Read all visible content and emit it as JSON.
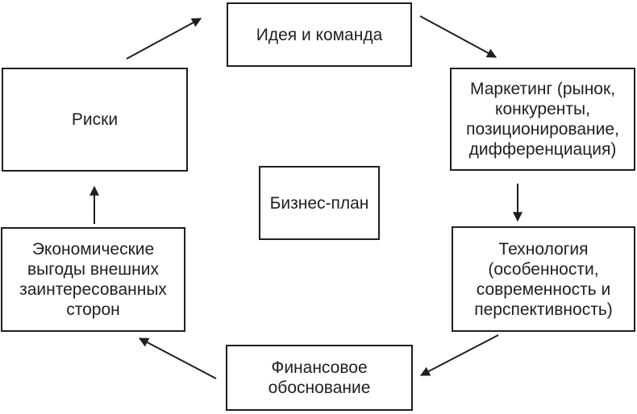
{
  "diagram": {
    "center": {
      "label": "Бизнес-план"
    },
    "idea": {
      "label": "Идея и команда"
    },
    "marketing": {
      "label": "Маркетинг (рынок,\nконкуренты,\nпозиционирование,\nдифференциация)"
    },
    "technology": {
      "label": "Технология\n(особенности,\nсовременность и\nперспективность)"
    },
    "finance": {
      "label": "Финансовое\nобоснование"
    },
    "benefits": {
      "label": "Экономические\nвыгоды внешних\nзаинтересованных\nсторон"
    },
    "risks": {
      "label": "Риски"
    },
    "flow": [
      {
        "from": "Риски",
        "to": "Идея и команда"
      },
      {
        "from": "Идея и команда",
        "to": "Маркетинг"
      },
      {
        "from": "Маркетинг",
        "to": "Технология"
      },
      {
        "from": "Технология",
        "to": "Финансовое обоснование"
      },
      {
        "from": "Финансовое обоснование",
        "to": "Экономические выгоды внешних заинтересованных сторон"
      },
      {
        "from": "Экономические выгоды внешних заинтересованных сторон",
        "to": "Риски"
      }
    ],
    "colors": {
      "line": "#1f1f1f",
      "text": "#1f1f1f",
      "background": "#ffffff",
      "box_background": "#ffffff"
    }
  }
}
